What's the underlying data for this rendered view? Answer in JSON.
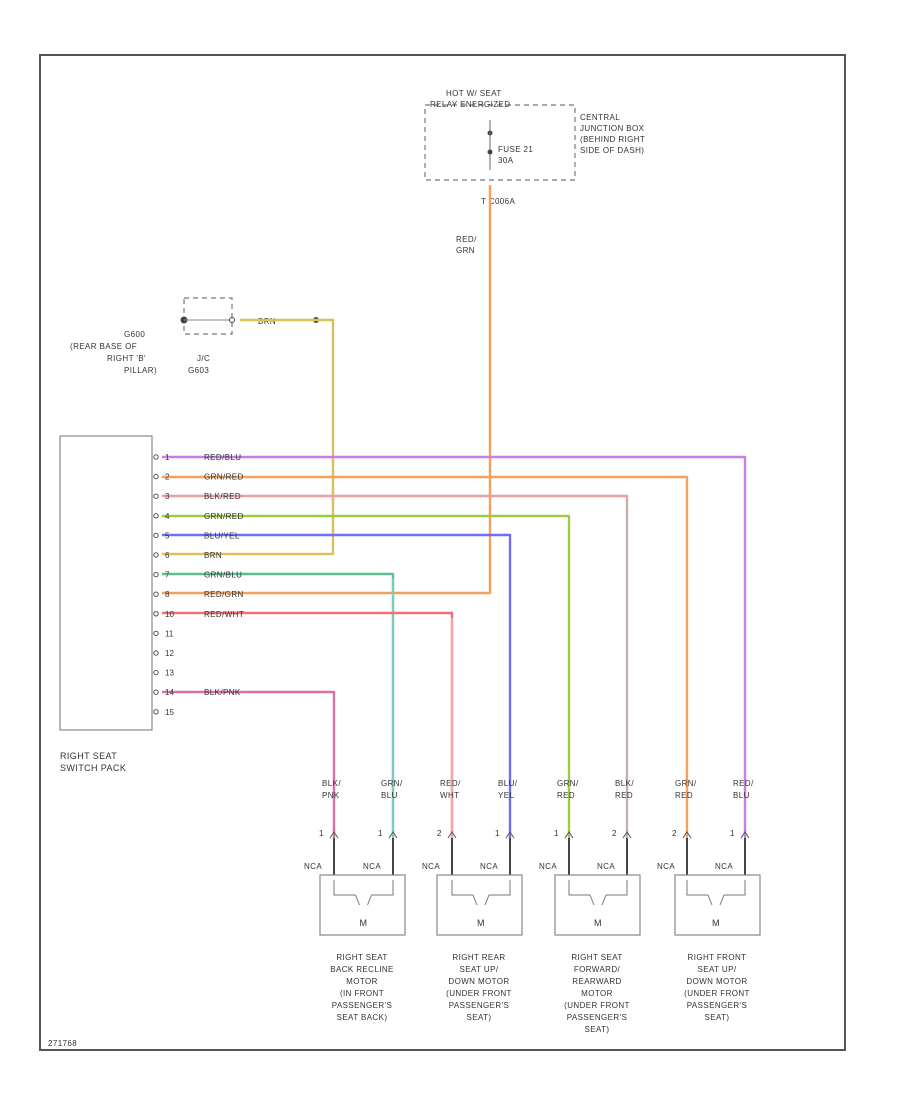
{
  "relay_box": {
    "title_line1": "HOT W/ SEAT",
    "title_line2": "RELAY ENERGIZED",
    "fuse_line1": "FUSE 21",
    "fuse_line2": "30A",
    "connector": "T C006A",
    "junction_line1": "CENTRAL",
    "junction_line2": "JUNCTION BOX",
    "junction_line3": "(BEHIND RIGHT",
    "junction_line4": "SIDE OF DASH)"
  },
  "feed_wire": {
    "line1": "RED/",
    "line2": "GRN"
  },
  "ground": {
    "line1": "G600",
    "line2": "(REAR BASE OF",
    "line3": "RIGHT 'B'",
    "line4": "PILLAR)",
    "jc_line1": "J/C",
    "jc_line2": "G603",
    "wire_label": "BRN"
  },
  "switch_pack": {
    "name_line1": "RIGHT SEAT",
    "name_line2": "SWITCH PACK",
    "pins": [
      {
        "num": "1",
        "wire": "RED/BLU",
        "color": "#c57fe6"
      },
      {
        "num": "2",
        "wire": "GRN/RED",
        "color": "#f5a05c"
      },
      {
        "num": "3",
        "wire": "BLK/RED",
        "color": "#e8888f"
      },
      {
        "num": "4",
        "wire": "GRN/RED",
        "color": "#9ccc44"
      },
      {
        "num": "5",
        "wire": "BLU/YEL",
        "color": "#6f6ff0"
      },
      {
        "num": "6",
        "wire": "BRN",
        "color": "#d8c15c"
      },
      {
        "num": "7",
        "wire": "GRN/BLU",
        "color": "#5dbf8f"
      },
      {
        "num": "8",
        "wire": "RED/GRN",
        "color": "#f5a05c"
      },
      {
        "num": "10",
        "wire": "RED/WHT",
        "color": "#f0707a"
      },
      {
        "num": "11",
        "wire": "",
        "color": ""
      },
      {
        "num": "12",
        "wire": "",
        "color": ""
      },
      {
        "num": "13",
        "wire": "",
        "color": ""
      },
      {
        "num": "14",
        "wire": "BLK/PNK",
        "color": "#d870a8"
      },
      {
        "num": "15",
        "wire": "",
        "color": ""
      }
    ]
  },
  "motors": [
    {
      "wire_a_line1": "BLK/",
      "wire_a_line2": "PNK",
      "pin_a": "1",
      "wire_b_line1": "GRN/",
      "wire_b_line2": "BLU",
      "pin_b": "1",
      "conn_a": "NCA",
      "conn_b": "NCA",
      "symbol": "M",
      "name_lines": [
        "RIGHT SEAT",
        "BACK RECLINE",
        "MOTOR",
        "(IN FRONT",
        "PASSENGER'S",
        "SEAT BACK)"
      ]
    },
    {
      "wire_a_line1": "RED/",
      "wire_a_line2": "WHT",
      "pin_a": "2",
      "wire_b_line1": "BLU/",
      "wire_b_line2": "YEL",
      "pin_b": "1",
      "conn_a": "NCA",
      "conn_b": "NCA",
      "symbol": "M",
      "name_lines": [
        "RIGHT REAR",
        "SEAT UP/",
        "DOWN MOTOR",
        "(UNDER FRONT",
        "PASSENGER'S",
        "SEAT)"
      ]
    },
    {
      "wire_a_line1": "GRN/",
      "wire_a_line2": "RED",
      "pin_a": "1",
      "wire_b_line1": "BLK/",
      "wire_b_line2": "RED",
      "pin_b": "2",
      "conn_a": "NCA",
      "conn_b": "NCA",
      "symbol": "M",
      "name_lines": [
        "RIGHT SEAT",
        "FORWARD/",
        "REARWARD",
        "MOTOR",
        "(UNDER FRONT",
        "PASSENGER'S",
        "SEAT)"
      ]
    },
    {
      "wire_a_line1": "GRN/",
      "wire_a_line2": "RED",
      "pin_a": "2",
      "wire_b_line1": "RED/",
      "wire_b_line2": "BLU",
      "pin_b": "1",
      "conn_a": "NCA",
      "conn_b": "NCA",
      "symbol": "M",
      "name_lines": [
        "RIGHT FRONT",
        "SEAT UP/",
        "DOWN MOTOR",
        "(UNDER FRONT",
        "PASSENGER'S",
        "SEAT)"
      ]
    }
  ],
  "figure_id": "271768"
}
